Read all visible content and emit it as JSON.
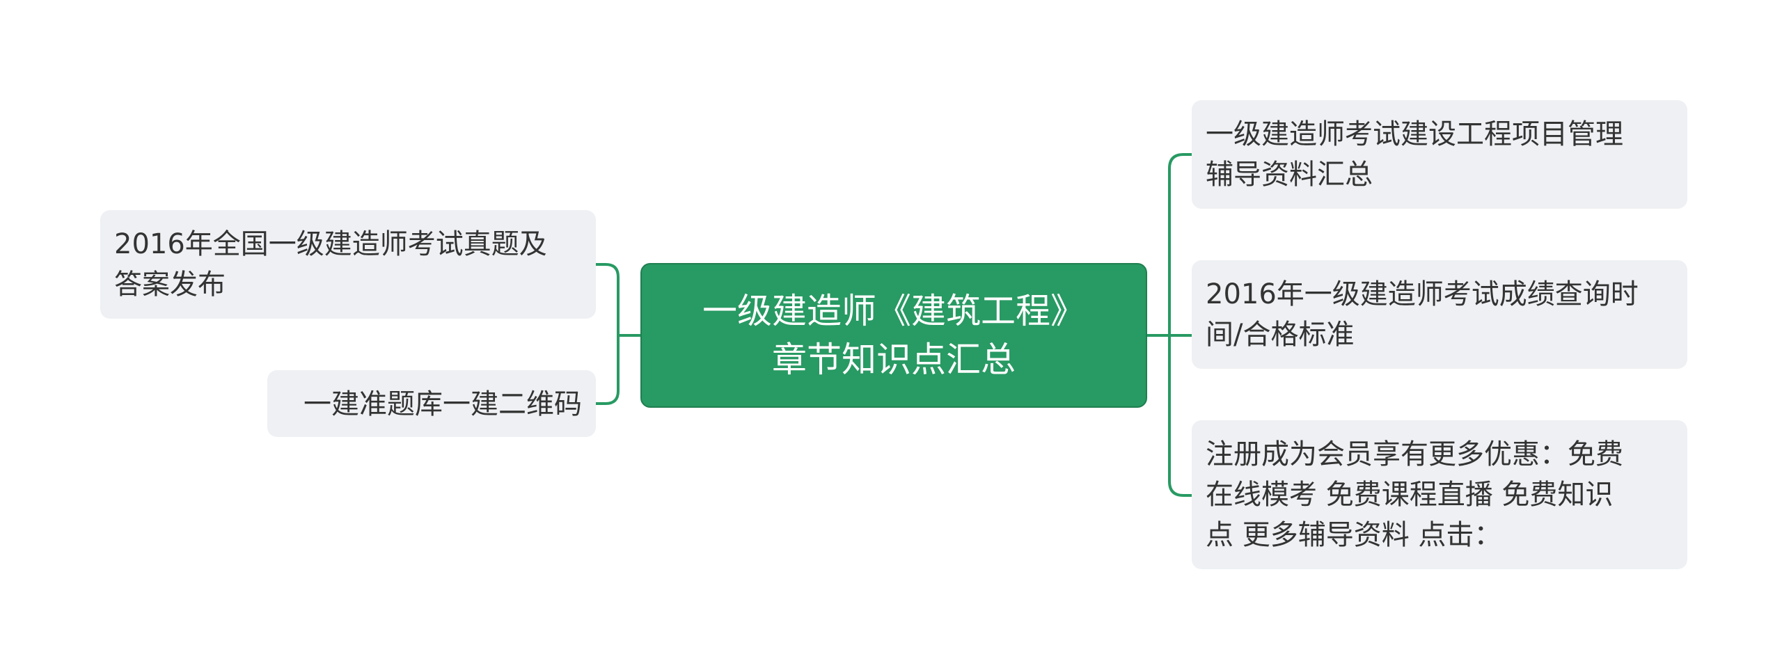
{
  "root": {
    "lines": [
      "一级建造师《建筑工程》",
      "章节知识点汇总"
    ]
  },
  "left_branches": [
    {
      "lines": [
        "2016年全国一级建造师考试真题及",
        "答案发布"
      ]
    },
    {
      "lines": [
        "一建准题库一建二维码"
      ]
    }
  ],
  "right_branches": [
    {
      "lines": [
        "一级建造师考试建设工程项目管理",
        "辅导资料汇总"
      ]
    },
    {
      "lines": [
        "2016年一级建造师考试成绩查询时",
        "间/合格标准"
      ]
    },
    {
      "lines": [
        "注册成为会员享有更多优惠：免费",
        "在线模考 免费课程直播 免费知识",
        "点 更多辅导资料 点击："
      ]
    }
  ],
  "colors": {
    "root_fill": "#289a63",
    "connector": "#289a63",
    "leaf_fill": "#eef0f3",
    "leaf_text": "#333333",
    "root_text": "#ffffff"
  }
}
